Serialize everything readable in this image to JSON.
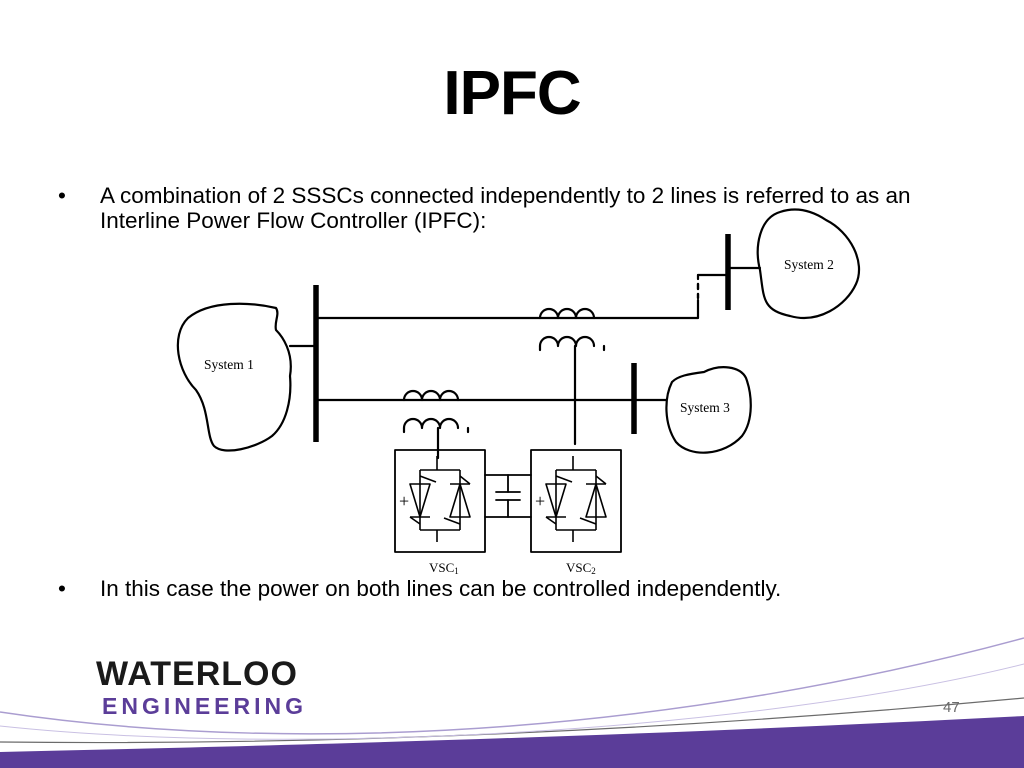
{
  "slide": {
    "title": "IPFC",
    "bullets": [
      "A combination of 2 SSSCs connected independently to 2 lines is referred to as an Interline Power Flow Controller (IPFC):",
      "In this case the power on both lines can be controlled independently."
    ],
    "bullet_symbol": "•",
    "page_number": "47"
  },
  "diagram": {
    "labels": {
      "system1": "System 1",
      "system2": "System 2",
      "system3": "System 3",
      "vsc_prefix": "VSC",
      "vsc1_sub": "1",
      "vsc2_sub": "2",
      "plus": "+"
    }
  },
  "logo": {
    "line1": "WATERLOO",
    "line2": "ENGINEERING",
    "accent_color": "#5b3d99"
  }
}
